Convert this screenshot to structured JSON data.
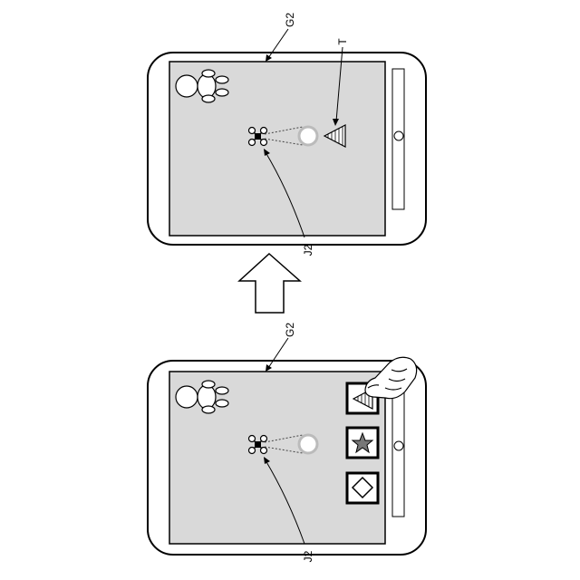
{
  "top_panel": {
    "device_label": "G2",
    "target_label": "T",
    "drone_label": "J2",
    "icons": [
      "person-icon",
      "drone-icon",
      "target-circle-icon",
      "triangle-icon"
    ]
  },
  "transition": {
    "icon": "arrow-up-icon"
  },
  "bottom_panel": {
    "device_label": "G2",
    "drone_label": "J2",
    "icons": [
      "person-icon",
      "drone-icon",
      "target-circle-icon",
      "hand-pointer-icon"
    ],
    "menu_items": [
      "triangle-icon",
      "star-icon",
      "diamond-icon"
    ]
  },
  "colors": {
    "screen": "#d9d9d9",
    "line": "#000000"
  }
}
